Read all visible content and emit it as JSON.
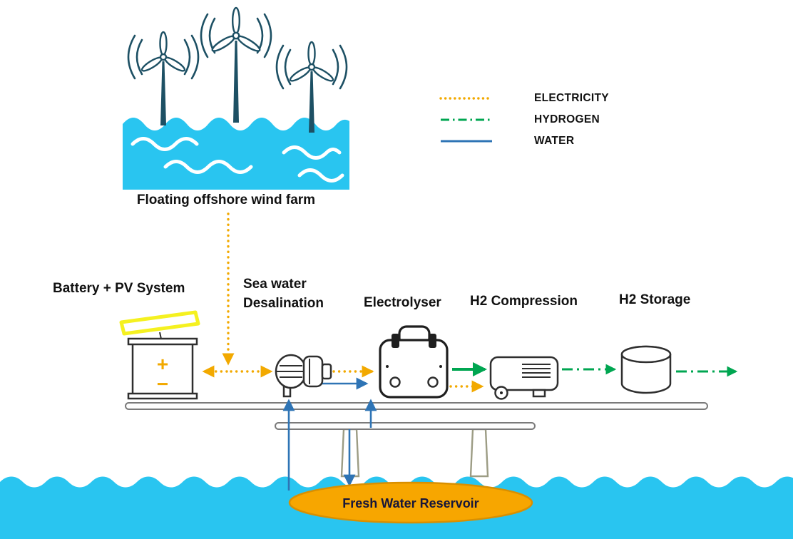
{
  "diagram": {
    "labels": {
      "wind_farm": "Floating offshore wind farm",
      "battery_pv": "Battery + PV System",
      "seawater_line1": "Sea water",
      "seawater_line2": "Desalination",
      "electrolyser": "Electrolyser",
      "h2_compression": "H2 Compression",
      "h2_storage": "H2 Storage",
      "reservoir": "Fresh Water Reservoir"
    },
    "battery": {
      "plus": "+",
      "minus": "−"
    },
    "legend": {
      "items": [
        {
          "label": "ELECTRICITY",
          "line_style": "dotted",
          "color": "#F2A900"
        },
        {
          "label": "HYDROGEN",
          "line_style": "dash-dot",
          "color": "#00A651"
        },
        {
          "label": "WATER",
          "line_style": "solid",
          "color": "#2E74B5"
        }
      ]
    },
    "colors": {
      "sea": "#29C5F0",
      "electricity": "#F2A900",
      "hydrogen": "#00A651",
      "water_flow": "#2E74B5",
      "turbine": "#1D5064",
      "platform": "#7A7A7A",
      "leg": "#9C9C84",
      "panel_yellow": "#F5F120",
      "reservoir_fill": "#F7A600",
      "reservoir_stroke": "#D98F00",
      "label_text": "#111111",
      "reservoir_text": "#16163A"
    }
  }
}
